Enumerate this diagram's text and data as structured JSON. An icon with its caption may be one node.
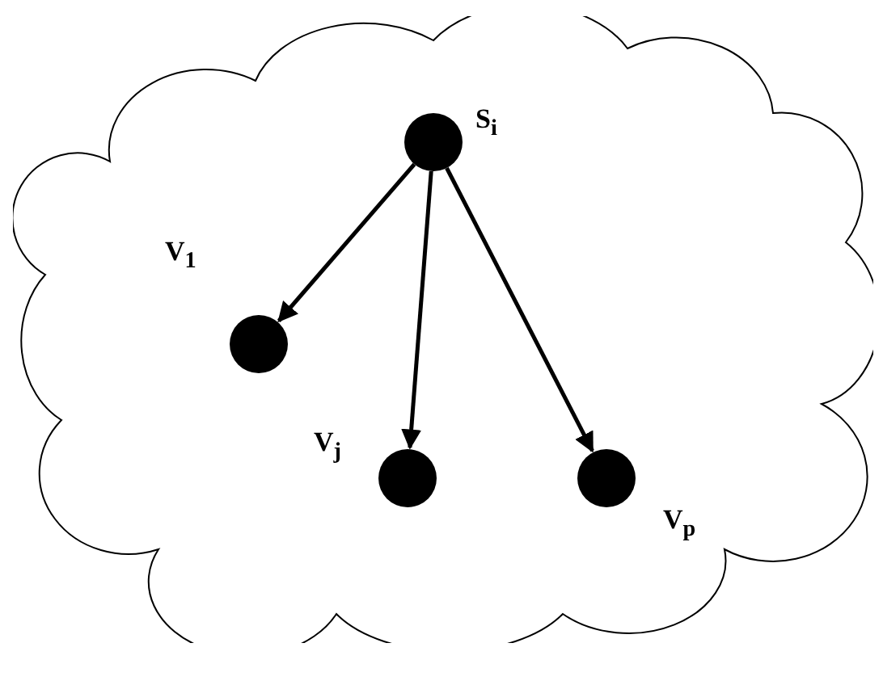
{
  "diagram": {
    "nodes": [
      {
        "text": [],
        "shape": "cloud"
      },
      {
        "text": [],
        "shape": "circle",
        "in": 0,
        "beside": [
          "S$_{i}$"
        ]
      },
      {
        "text": [],
        "shape": "circle",
        "in": 0,
        "beside": [
          "V$_{1}$"
        ]
      },
      {
        "text": [],
        "shape": "circle",
        "in": 0,
        "beside": [
          "V$_{j}$"
        ]
      },
      {
        "text": [],
        "shape": "circle",
        "in": 0,
        "beside": [
          "V$_{p}$"
        ]
      }
    ],
    "edges": [
      {
        "from": 1,
        "to": 2,
        "arrow": "to"
      },
      {
        "from": 1,
        "to": 3,
        "arrow": "to"
      },
      {
        "from": 1,
        "to": 4,
        "arrow": "to"
      }
    ]
  }
}
